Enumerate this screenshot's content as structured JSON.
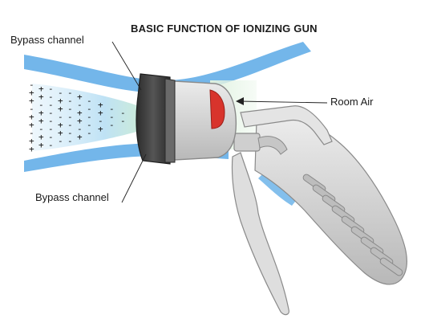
{
  "title": "BASIC FUNCTION OF IONIZING GUN",
  "labels": {
    "bypass_top": "Bypass channel",
    "bypass_bottom": "Bypass channel",
    "room_air": "Room Air"
  },
  "ion_symbols": {
    "positive": "+",
    "negative": "-"
  },
  "colors": {
    "airflow_blue": "#5aa9e6",
    "airflow_light": "#cfe8f7",
    "airflow_green": "#d8efd8",
    "gun_body": "#d4d4d4",
    "gun_outline": "#8a8a8a",
    "nozzle_dark": "#3d3d3d",
    "emitter_red": "#d8342c"
  }
}
